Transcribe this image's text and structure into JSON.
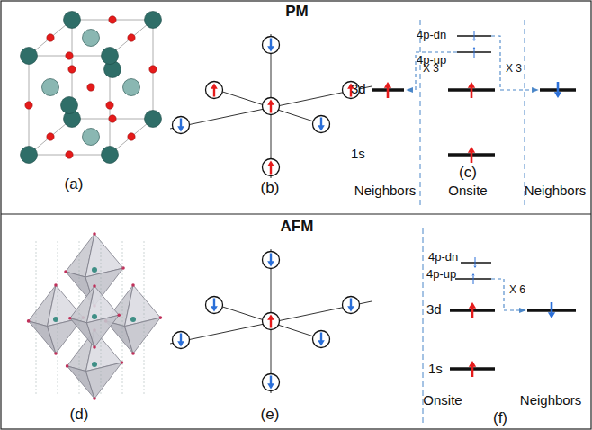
{
  "diagram": {
    "labels": [
      "PM",
      "(a)",
      "(b)",
      "4p-dn",
      "4p-up",
      "3d",
      "1s",
      "X 3",
      "X 3",
      "Neighbors",
      "Onsite",
      "Neighbors",
      "(c)",
      "AFM",
      "(d)",
      "(e)",
      "4p-dn",
      "4p-up",
      "3d",
      "1s",
      "X 6",
      "Onsite",
      "Neighbors",
      "(f)"
    ]
  }
}
